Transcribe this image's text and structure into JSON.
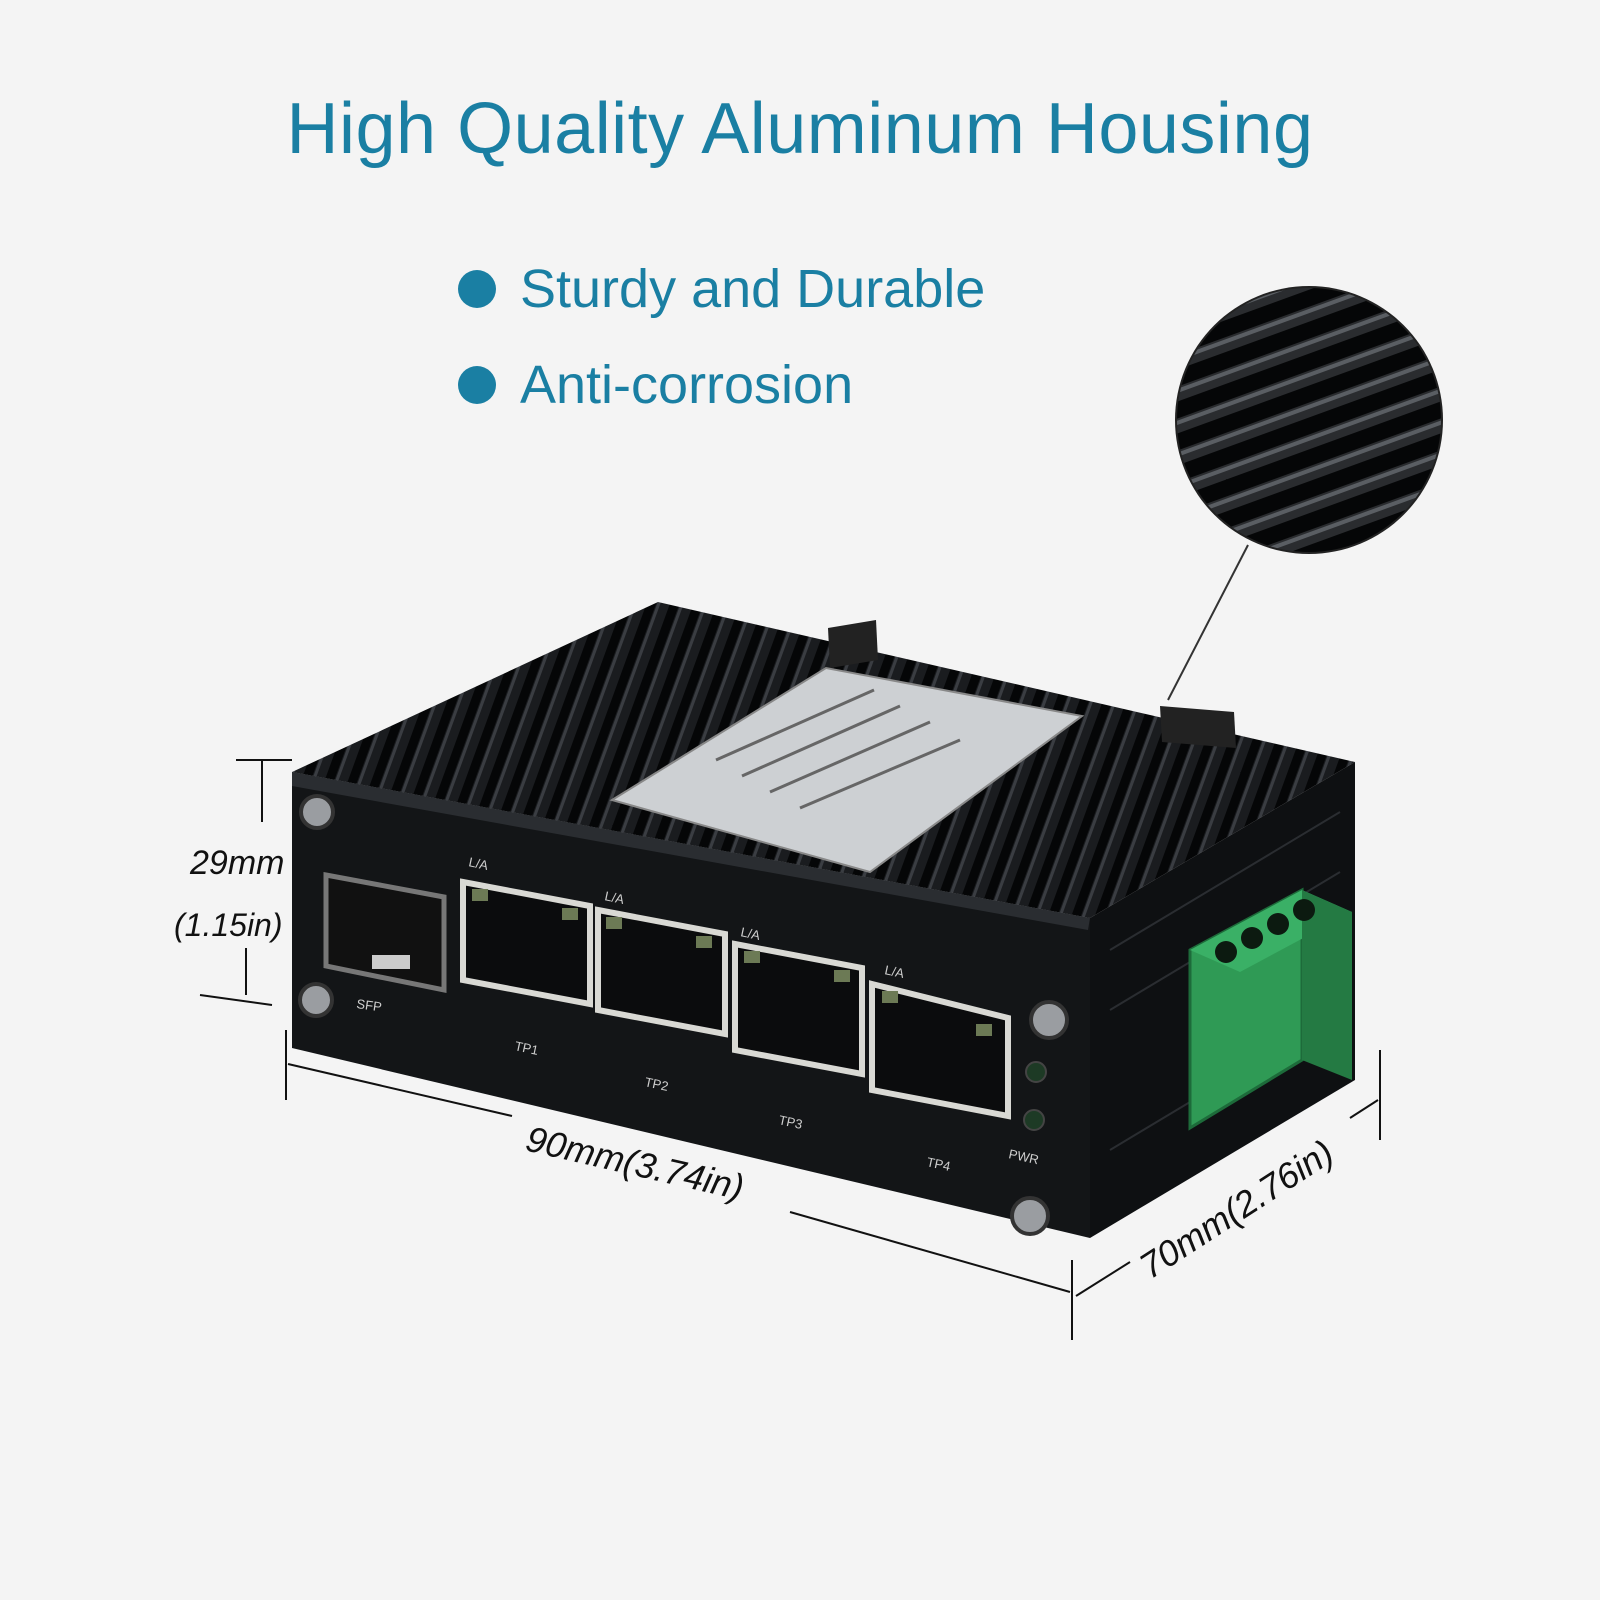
{
  "title": "High Quality Aluminum Housing",
  "features": [
    "Sturdy and Durable",
    "Anti-corrosion"
  ],
  "dimensions": {
    "height": "29mm",
    "height_in": "(1.15in)",
    "width": "90mm(3.74in)",
    "depth": "70mm(2.76in)"
  },
  "ports": {
    "sfp": "SFP",
    "link_led": "L/A",
    "tp": [
      "TP1",
      "TP2",
      "TP3",
      "TP4"
    ],
    "pwr": "PWR"
  },
  "colors": {
    "accent": "#1a7fa3",
    "housing": "#141618",
    "terminal": "#2f9a55",
    "background": "#f4f4f4"
  }
}
